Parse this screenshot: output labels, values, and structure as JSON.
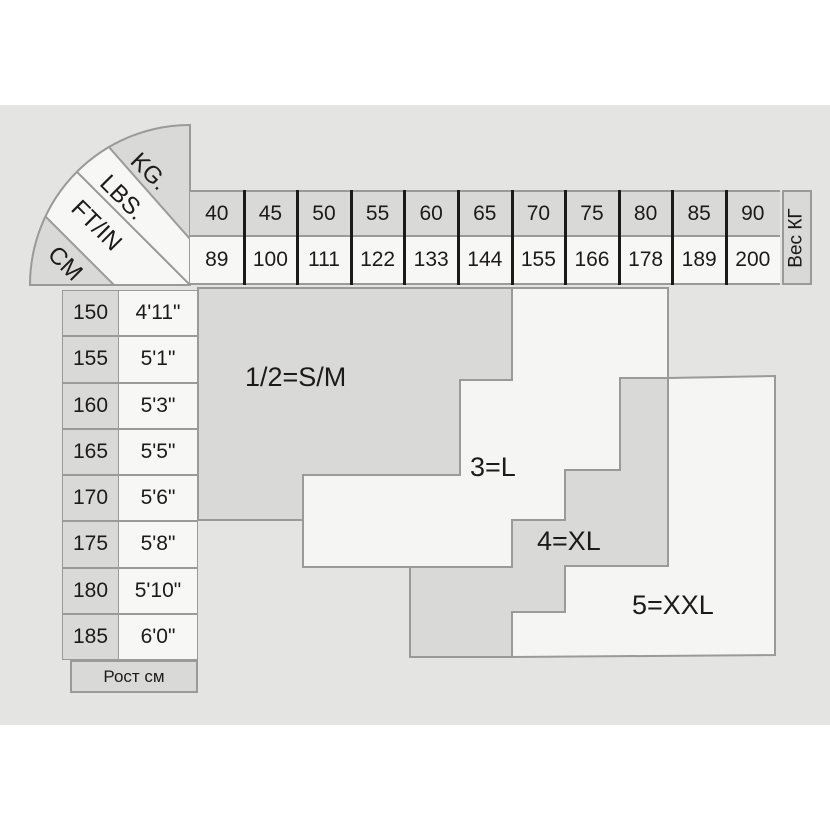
{
  "corner": {
    "kg": "KG.",
    "lbs": "LBS.",
    "ftin": "FT/IN",
    "cm": "CM"
  },
  "weights_kg": [
    "40",
    "45",
    "50",
    "55",
    "60",
    "65",
    "70",
    "75",
    "80",
    "85",
    "90"
  ],
  "weights_lbs": [
    "89",
    "100",
    "111",
    "122",
    "133",
    "144",
    "155",
    "166",
    "178",
    "189",
    "200"
  ],
  "weight_caption": "Вес КГ",
  "heights_cm": [
    "150",
    "155",
    "160",
    "165",
    "170",
    "175",
    "180",
    "185"
  ],
  "heights_ftin": [
    "4'11\"",
    "5'1\"",
    "5'3\"",
    "5'5\"",
    "5'6\"",
    "5'8\"",
    "5'10\"",
    "6'0\""
  ],
  "height_caption": "Рост см",
  "sizes": {
    "sm": "1/2=S/M",
    "l": "3=L",
    "xl": "4=XL",
    "xxl": "5=XXL"
  },
  "colors": {
    "panel": "#e4e4e2",
    "gray_cell": "#d9d9d7",
    "white_cell": "#f7f7f6",
    "text": "#1c1a1a"
  }
}
